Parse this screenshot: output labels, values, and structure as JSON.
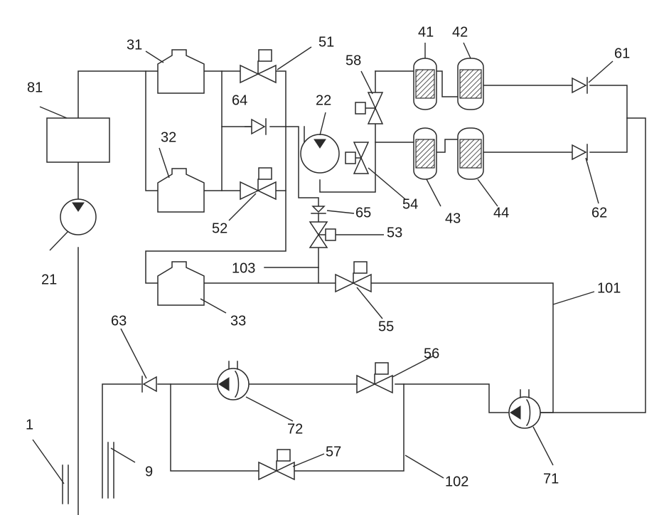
{
  "colors": {
    "line": "#2b2b2b",
    "background": "#ffffff",
    "label": "#1a1a1a"
  },
  "labels": {
    "l1": "1",
    "l9": "9",
    "l21": "21",
    "l22": "22",
    "l31": "31",
    "l32": "32",
    "l33": "33",
    "l41": "41",
    "l42": "42",
    "l43": "43",
    "l44": "44",
    "l51": "51",
    "l52": "52",
    "l53": "53",
    "l54": "54",
    "l55": "55",
    "l56": "56",
    "l57": "57",
    "l58": "58",
    "l61": "61",
    "l62": "62",
    "l63": "63",
    "l64": "64",
    "l65": "65",
    "l71": "71",
    "l72": "72",
    "l81": "81",
    "l101": "101",
    "l102": "102",
    "l103": "103"
  }
}
